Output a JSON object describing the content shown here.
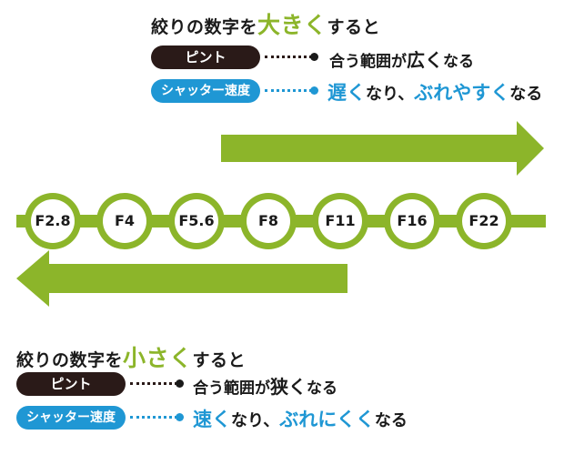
{
  "top": {
    "heading_pre": "絞りの数字を",
    "heading_em": "大きく",
    "heading_post": "すると",
    "focus_label": "ピント",
    "focus_result_pre": "合う範囲が",
    "focus_result_em": "広く",
    "focus_result_post": "なる",
    "shutter_label": "シャッター速度",
    "shutter_em1": "遅く",
    "shutter_mid": "なり、",
    "shutter_em2": "ぶれやすく",
    "shutter_post": "なる"
  },
  "scale": {
    "stops": [
      "F2.8",
      "F4",
      "F5.6",
      "F8",
      "F11",
      "F16",
      "F22"
    ]
  },
  "bottom": {
    "heading_pre": "絞りの数字を",
    "heading_em": "小さく",
    "heading_post": "すると",
    "focus_label": "ピント",
    "focus_result_pre": "合う範囲が",
    "focus_result_em": "狭く",
    "focus_result_post": "なる",
    "shutter_label": "シャッター速度",
    "shutter_em1": "速く",
    "shutter_mid": "なり、",
    "shutter_em2": "ぶれにくく",
    "shutter_post": "なる"
  },
  "colors": {
    "accent_green": "#8cb52a",
    "accent_blue": "#1f97d4",
    "dark": "#2a1a18"
  }
}
